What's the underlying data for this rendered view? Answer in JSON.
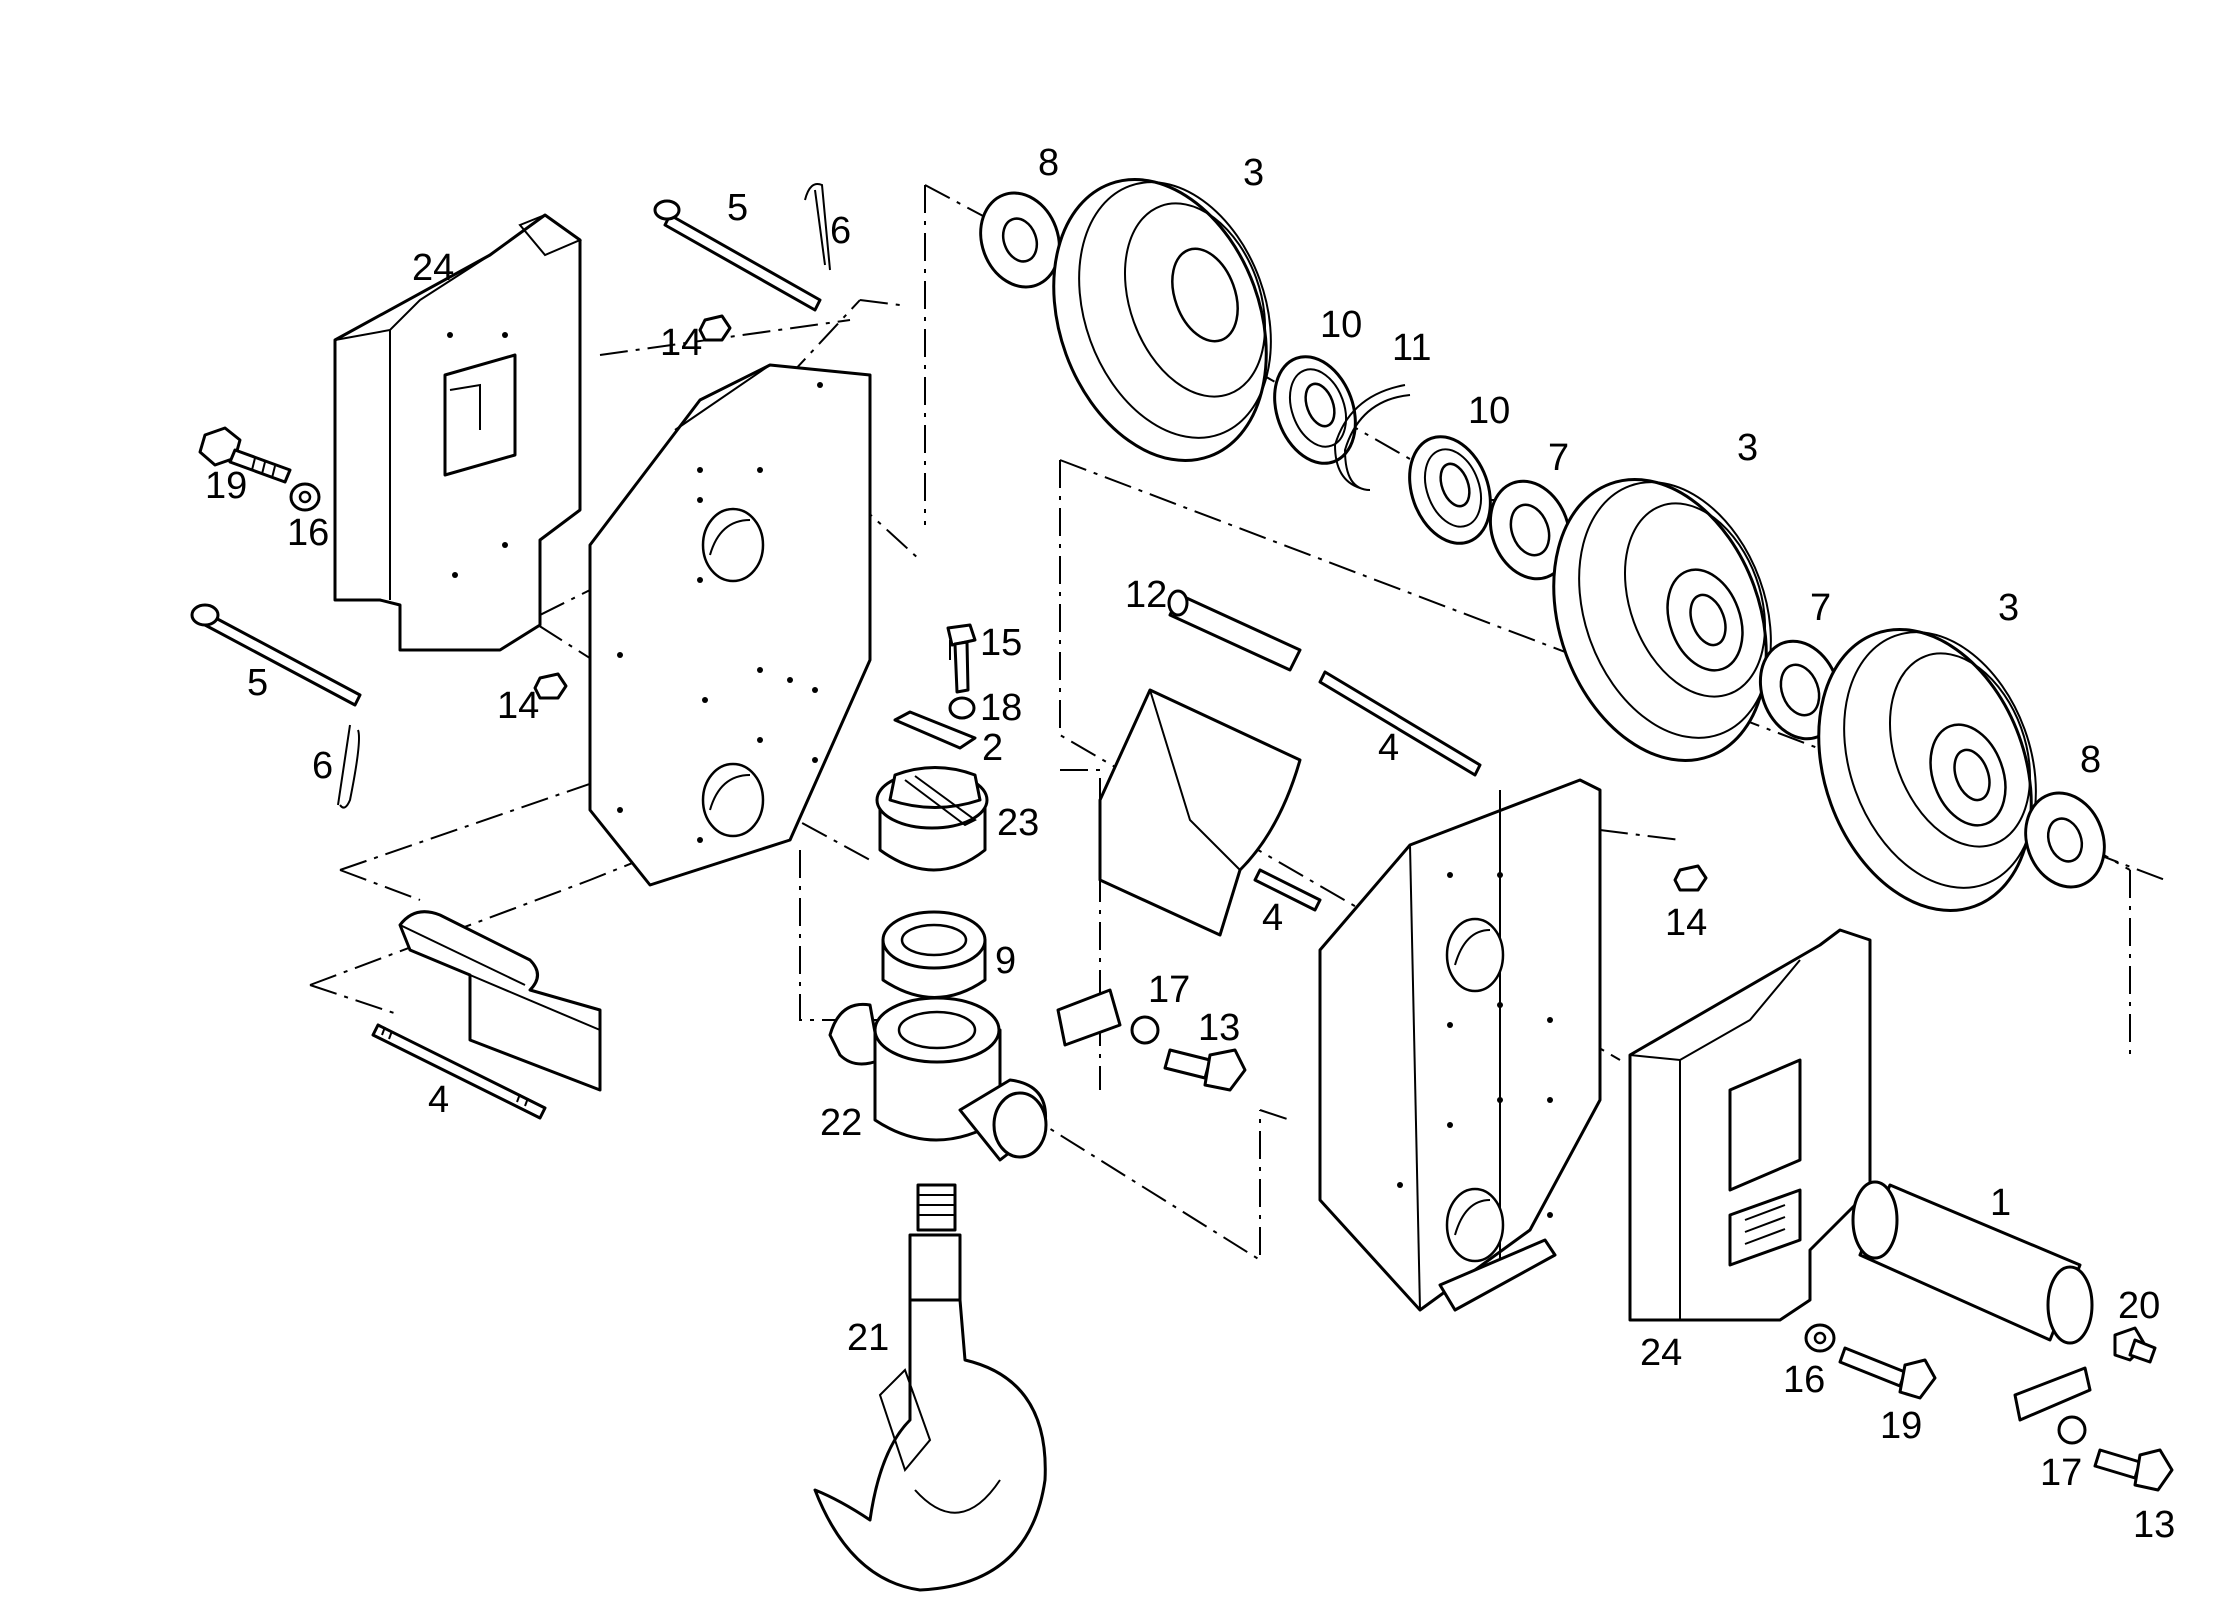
{
  "labels": {
    "l1": "1",
    "l2": "2",
    "l3a": "3",
    "l3b": "3",
    "l3c": "3",
    "l4a": "4",
    "l4b": "4",
    "l4c": "4",
    "l5a": "5",
    "l5b": "5",
    "l6a": "6",
    "l6b": "6",
    "l7a": "7",
    "l7b": "7",
    "l8a": "8",
    "l8b": "8",
    "l9": "9",
    "l10a": "10",
    "l10b": "10",
    "l11": "11",
    "l12": "12",
    "l13a": "13",
    "l13b": "13",
    "l14a": "14",
    "l14b": "14",
    "l14c": "14",
    "l15": "15",
    "l16a": "16",
    "l16b": "16",
    "l17a": "17",
    "l17b": "17",
    "l18": "18",
    "l19a": "19",
    "l19b": "19",
    "l20": "20",
    "l21": "21",
    "l22": "22",
    "l23": "23",
    "l24a": "24",
    "l24b": "24"
  }
}
